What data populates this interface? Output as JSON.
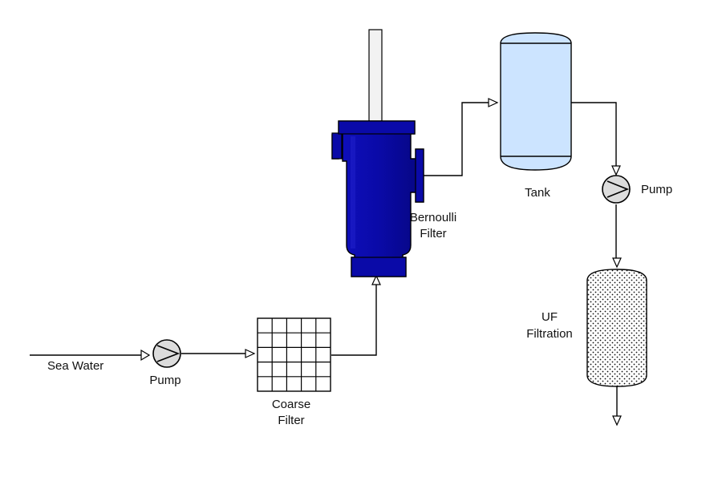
{
  "labels": {
    "sea_water": "Sea Water",
    "pump1": "Pump",
    "coarse_filter_line1": "Coarse",
    "coarse_filter_line2": "Filter",
    "bernoulli_line1": "Bernoulli",
    "bernoulli_line2": "Filter",
    "tank": "Tank",
    "pump2": "Pump",
    "uf_line1": "UF",
    "uf_line2": "Filtration"
  },
  "colors": {
    "bernoulli_filter": "#0a0aa8",
    "tank_fill": "#cce4ff",
    "pipe": "#000000",
    "stem": "#f2f2f2"
  },
  "icons": {
    "pump": "pump-icon",
    "coarse_filter": "grid-filter-icon",
    "bernoulli_filter": "bernoulli-filter-icon",
    "tank": "tank-icon",
    "uf_vessel": "uf-vessel-icon"
  }
}
